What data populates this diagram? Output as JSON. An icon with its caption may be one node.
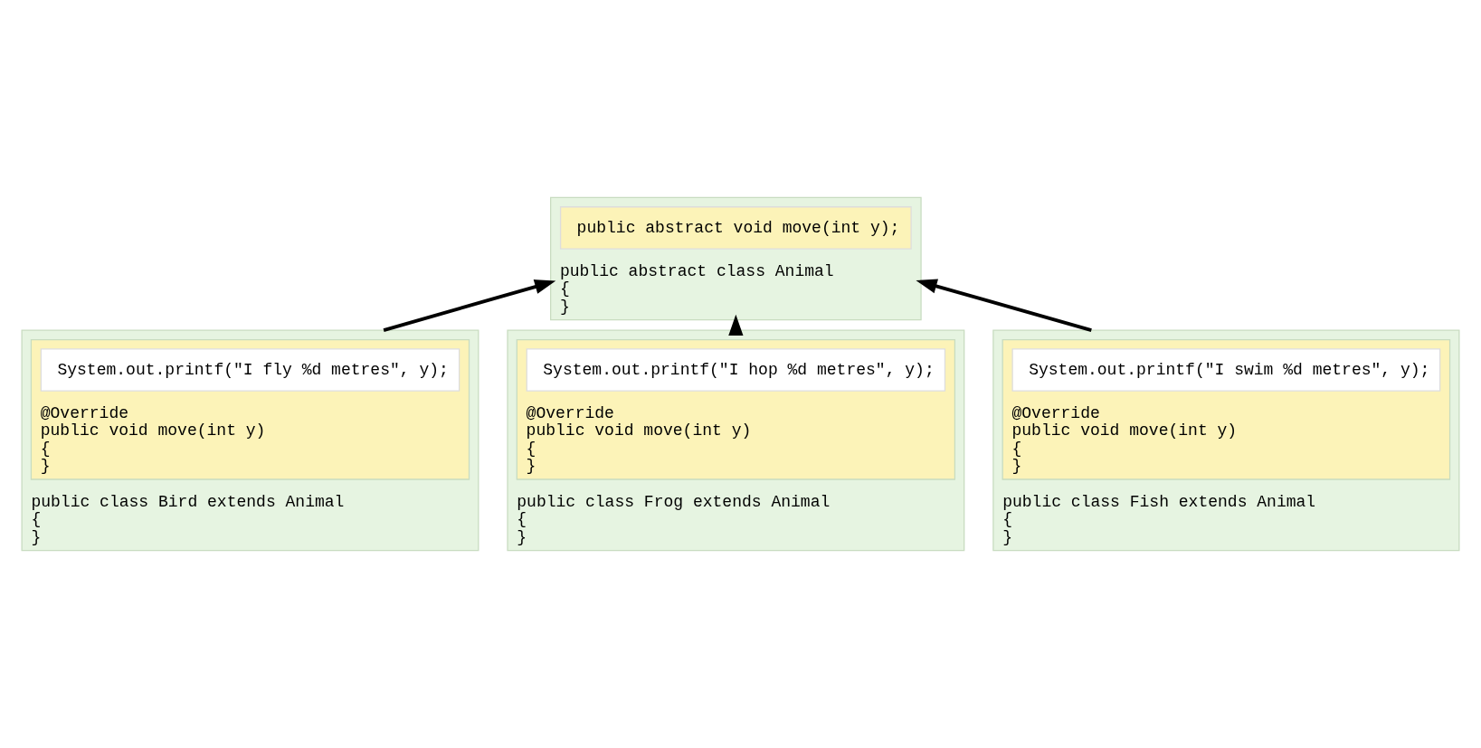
{
  "diagram": {
    "nodes": [
      {
        "text": [
          "public abstract class Animal",
          "{",
          "}"
        ]
      },
      {
        "text": [
          "public abstract void move(int y);"
        ],
        "in": 0
      },
      {
        "text": [
          "public class Bird extends Animal",
          "{",
          "}"
        ]
      },
      {
        "text": [
          "@Override",
          "public void move(int y)",
          "{",
          "}"
        ],
        "in": 2
      },
      {
        "text": [
          "System.out.printf(\"I fly %d metres\", y);"
        ],
        "in": 3
      },
      {
        "text": [
          "public class Frog extends Animal",
          "{",
          "}"
        ]
      },
      {
        "text": [
          "@Override",
          "public void move(int y)",
          "{",
          "}"
        ],
        "in": 5
      },
      {
        "text": [
          "System.out.printf(\"I hop %d metres\", y);"
        ],
        "in": 6
      },
      {
        "text": [
          "public class Fish extends Animal",
          "{",
          "}"
        ]
      },
      {
        "text": [
          "@Override",
          "public void move(int y)",
          "{",
          "}"
        ],
        "in": 8
      },
      {
        "text": [
          "System.out.printf(\"I swim %d metres\", y);"
        ],
        "in": 9
      }
    ],
    "edges": [
      {
        "from": 2,
        "to": 0,
        "arrow": "to"
      },
      {
        "from": 5,
        "to": 0,
        "arrow": "to"
      },
      {
        "from": 8,
        "to": 0,
        "arrow": "to"
      }
    ]
  }
}
